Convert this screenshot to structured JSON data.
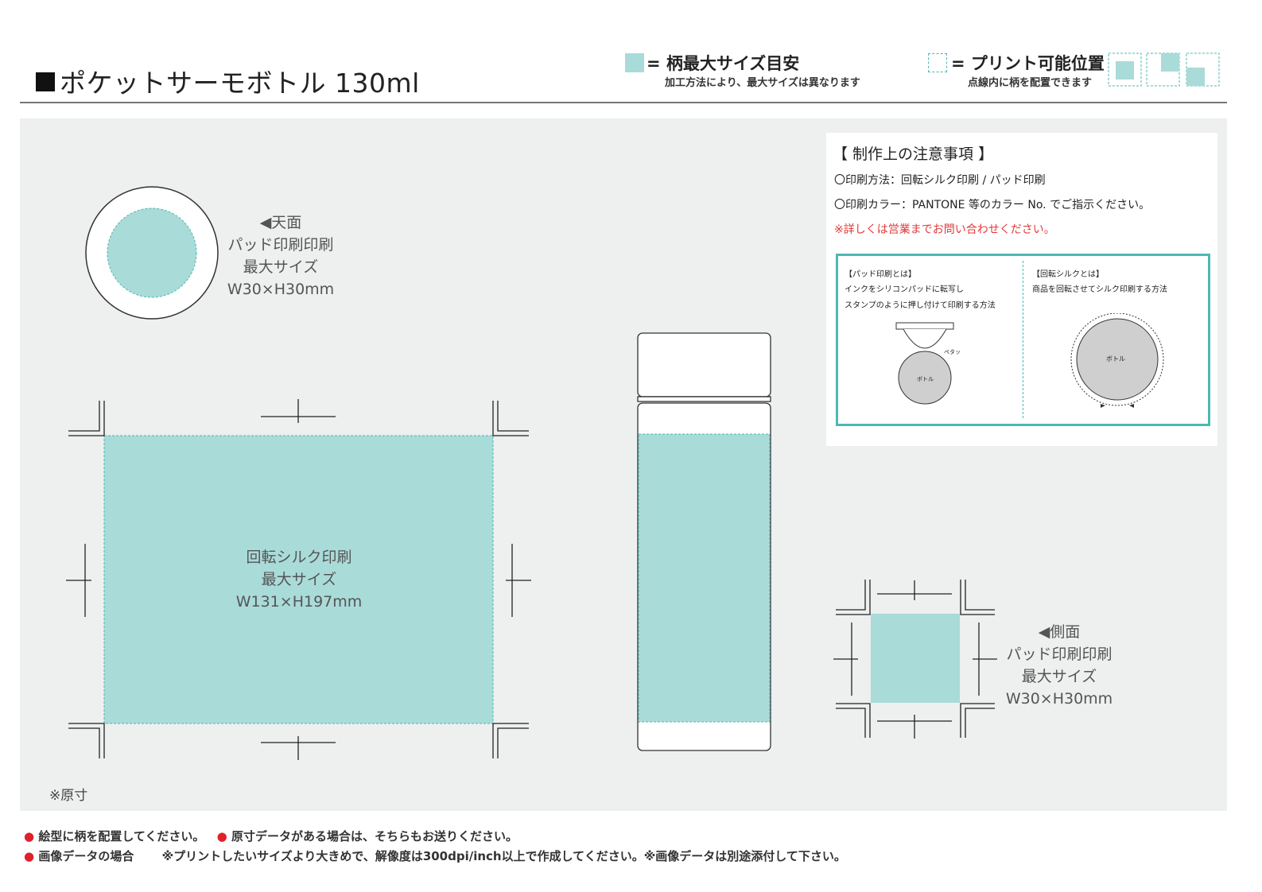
{
  "header": {
    "title": "ポケットサーモボトル 130ml",
    "legend_max": {
      "label": "= 柄最大サイズ目安",
      "sub": "加工方法により、最大サイズは異なります"
    },
    "legend_print": {
      "label": "= プリント可能位置",
      "sub": "点線内に柄を配置できます"
    }
  },
  "notes": {
    "heading": "【 制作上の注意事項 】",
    "method": "〇印刷方法：回転シルク印刷 / パッド印刷",
    "color": "〇印刷カラー：PANTONE 等のカラー No. でご指示ください。",
    "contact": "※詳しくは営業までお問い合わせください。",
    "colors": {
      "teal": "#a9dbd9",
      "frame": "#4cb9b3",
      "warn": "#e23a3a"
    }
  },
  "explain": {
    "pad": {
      "title": "【パッド印刷とは】",
      "line1": "インクをシリコンパッドに転写し",
      "line2": "スタンプのように押し付けて印刷する方法",
      "pad_label": "ペタッ",
      "bottle_label": "ボトル"
    },
    "silk": {
      "title": "【回転シルクとは】",
      "line1": "商品を回転させてシルク印刷する方法",
      "bottle_label": "ボトル"
    }
  },
  "top_face": {
    "title": "◀天面",
    "method": "パッド印刷印刷",
    "max": "最大サイズ",
    "size": "W30×H30mm"
  },
  "main_area": {
    "method": "回転シルク印刷",
    "max": "最大サイズ",
    "size": "W131×H197mm"
  },
  "side_face": {
    "title": "◀側面",
    "method": "パッド印刷印刷",
    "max": "最大サイズ",
    "size": "W30×H30mm"
  },
  "actual_size": "※原寸",
  "footer": {
    "line1a": "絵型に柄を配置してください。",
    "line1b": "原寸データがある場合は、そちらもお送りください。",
    "line2a": "画像データの場合",
    "line2b": "※プリントしたいサイズより大きめで、解像度は300dpi/inch以上で作成してください。※画像データは別途添付して下さい。"
  }
}
